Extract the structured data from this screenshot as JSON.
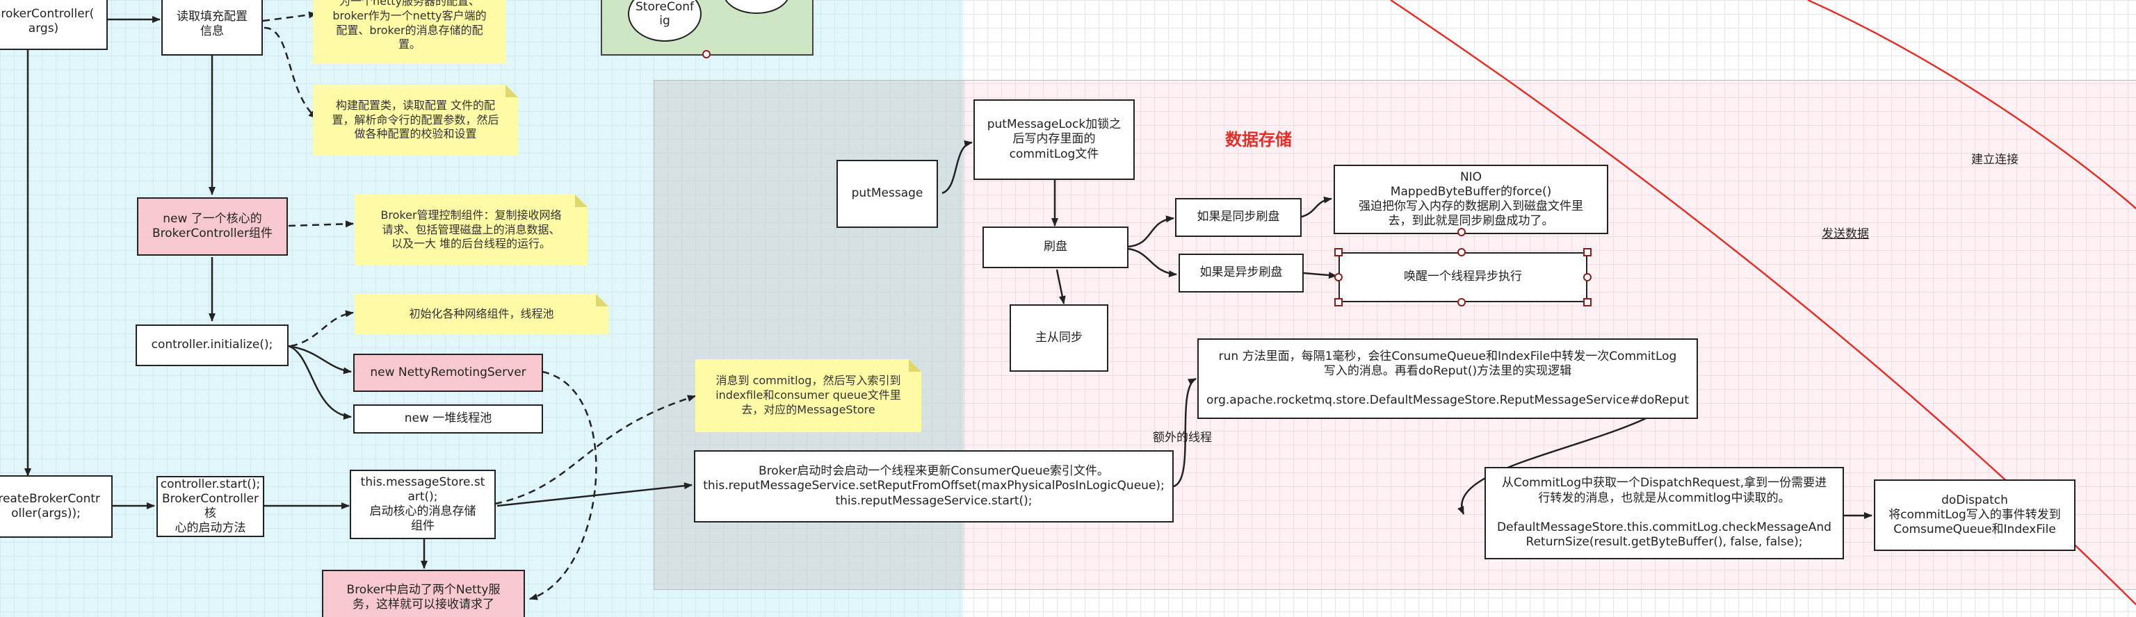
{
  "sections": {
    "storage_title": "数据存储"
  },
  "nodes": {
    "broker_controller_args": "BrokerController(\nargs)",
    "read_config": "读取填充配置\n信息",
    "new_broker_controller": "new 了一个核心的\nBrokerController组件",
    "controller_initialize": "controller.initialize();",
    "new_netty_remoting_server": "new NettyRemotingServer",
    "new_thread_pool": "new 一堆线程池",
    "create_broker_controller": "createBrokerContr\noller(args));",
    "controller_start": "controller.start();\nBrokerController核\n心的启动方法",
    "message_store_start": "this.messageStore.st\nart();\n启动核心的消息存储\n组件",
    "broker_netty_servers": "Broker中启动了两个Netty服\n务，这样就可以接收请求了",
    "store_config": "StoreConf\nig",
    "put_message": "putMessage",
    "put_message_lock": "putMessageLock加锁之\n后写内存里面的\ncommitLog文件",
    "flush_disk": "刷盘",
    "master_slave_sync": "主从同步",
    "if_sync_flush": "如果是同步刷盘",
    "if_async_flush": "如果是异步刷盘",
    "nio_force": "NIO\nMappedByteBuffer的force()\n强迫把你写入内存的数据刷入到磁盘文件里\n去，到此就是同步刷盘成功了。",
    "wake_thread": "唤醒一个线程异步执行",
    "reput_service_start": "Broker启动时会启动一个线程来更新ConsumerQueue索引文件。\nthis.reputMessageService.setReputFromOffset(maxPhysicalPosInLogicQueue);\nthis.reputMessageService.start();",
    "run_method": "run 方法里面，每隔1毫秒，会往ConsumeQueue和IndexFile中转发一次CommitLog\n写入的消息。再看doReput()方法里的实现逻辑\n\norg.apache.rocketmq.store.DefaultMessageStore.ReputMessageService#doReput",
    "dispatch_request": "从CommitLog中获取一个DispatchRequest,拿到一份需要进\n行转发的消息，也就是从commitlog中读取的。\n\nDefaultMessageStore.this.commitLog.checkMessageAnd\nReturnSize(result.getByteBuffer(), false, false);",
    "do_dispatch": "doDispatch\n将commitLog写入的事件转发到\nComsumeQueue和IndexFile"
  },
  "notes": {
    "netty_server_note": "为一个netty服务器的配置、\nbroker作为一个netty客户端的\n配置、broker的消息存储的配\n置。",
    "config_class_note": "构建配置类，读取配置 文件的配\n置，解析命令行的配置参数，然后\n做各种配置的校验和设置",
    "broker_manager_note": "Broker管理控制组件：复制接收网络\n请求、包括管理磁盘上的消息数据、\n以及一大 堆的后台线程的运行。",
    "init_network_note": "初始化各种网络组件，线程池",
    "commitlog_note": "消息到 commitlog，然后写入索引到\nindexfile和consumer queue文件里\n去，对应的MessageStore"
  },
  "edge_labels": {
    "extra_thread": "额外的线程",
    "send_data": "发送数据",
    "establish_connection": "建立连接"
  },
  "colors": {
    "arrow_red": "#e0302a",
    "pink_fill": "#f7c9cf",
    "note_fill": "#fffaa6",
    "green_fill": "#cfe6c4"
  }
}
